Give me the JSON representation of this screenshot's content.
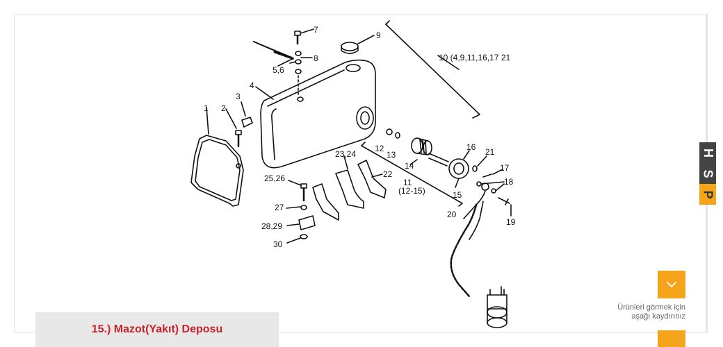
{
  "product": {
    "title": "15.) Mazot(Yakıt) Deposu"
  },
  "scroll": {
    "hint_line1": "Ürünleri görmek için",
    "hint_line2": "aşağı kaydırınız"
  },
  "brand": {
    "letters": [
      "H",
      "S",
      "P"
    ]
  },
  "diagram": {
    "labels": {
      "l1": "1",
      "l2": "2",
      "l3": "3",
      "l4": "4",
      "l56": "5,6",
      "l7": "7",
      "l8": "8",
      "l9": "9",
      "l10": "10 (4,9,11,16,17 21",
      "l11": "11",
      "l11b": "(12-15)",
      "l12": "12",
      "l13": "13",
      "l14": "14",
      "l15": "15",
      "l16": "16",
      "l17": "17",
      "l18": "18",
      "l19": "19",
      "l20": "20",
      "l21": "21",
      "l22": "22",
      "l2324": "23,24",
      "l2526": "25,26",
      "l27": "27",
      "l2829": "28,29",
      "l30": "30"
    }
  },
  "colors": {
    "accent": "#f4a51c",
    "title_red": "#c8232c",
    "title_bg": "#e8e8e8",
    "dark": "#444444"
  }
}
